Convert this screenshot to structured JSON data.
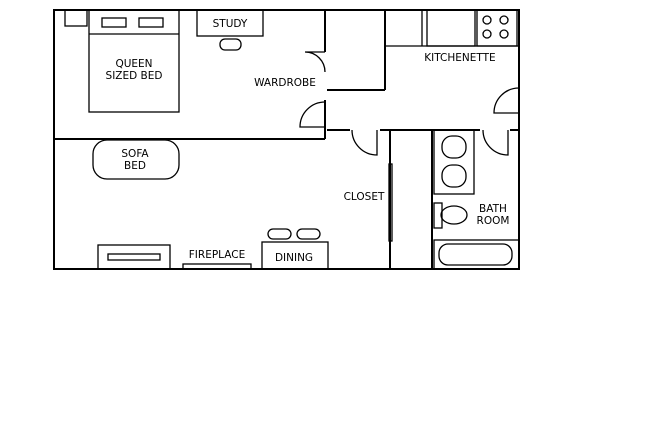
{
  "labels": {
    "queen_bed_line1": "QUEEN",
    "queen_bed_line2": "SIZED BED",
    "study": "STUDY",
    "wardrobe": "WARDROBE",
    "kitchenette": "KITCHENETTE",
    "sofa_line1": "SOFA",
    "sofa_line2": "BED",
    "closet": "CLOSET",
    "bath_line1": "BATH",
    "bath_line2": "ROOM",
    "fireplace": "FIREPLACE",
    "dining": "DINING"
  }
}
